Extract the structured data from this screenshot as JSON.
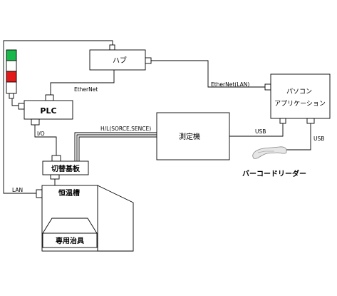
{
  "nodes": {
    "hub": "ハブ",
    "plc": "PLC",
    "pc_line1": "パソコン",
    "pc_line2": "アプリケーション",
    "measuring": "測定機",
    "switch_board": "切替基板",
    "chamber": "恒温槽",
    "jig": "専用治具",
    "barcode": "バーコードリーダー"
  },
  "links": {
    "plc_hub": "EtherNet",
    "hub_pc": "EtherNet(LAN)",
    "plc_switch": "I/O",
    "switch_measure": "H/L(SORCE,SENCE)",
    "measure_pc": "USB",
    "barcode_pc": "USB",
    "lan": "LAN"
  },
  "colors": {
    "tower_green": "#19b84a",
    "tower_red": "#e21a1a",
    "line": "#000000"
  }
}
